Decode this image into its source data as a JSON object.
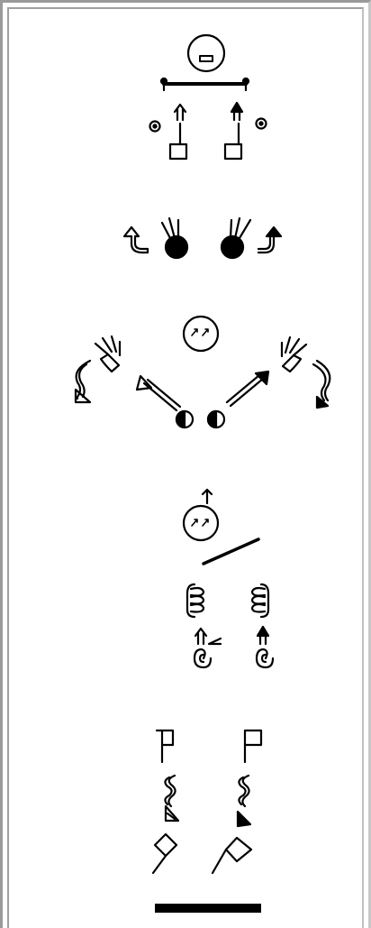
{
  "document": {
    "type": "sign-writing-column",
    "stroke_color": "#000000",
    "background": "#ffffff",
    "border_color": "#9a9a9a"
  },
  "signs": [
    {
      "name": "sign-1",
      "symbols": [
        "head-circle",
        "shoulder-line",
        "hand-square-left",
        "hand-square-right",
        "movement-arrows",
        "contact-dots"
      ]
    },
    {
      "name": "sign-2",
      "symbols": [
        "fist-fingers-left",
        "fist-fingers-right",
        "curved-arrow-left",
        "curved-arrow-right"
      ]
    },
    {
      "name": "sign-3",
      "symbols": [
        "head-eyes-up",
        "hand-open-left",
        "hand-open-right",
        "diagonal-arrows",
        "half-circle-contacts",
        "spiral-arrows"
      ]
    },
    {
      "name": "sign-4",
      "symbols": [
        "head-eyes-up",
        "up-arrow",
        "shoulder-slash",
        "spiral-hands",
        "spiral-contacts"
      ]
    },
    {
      "name": "sign-5",
      "symbols": [
        "flag-hands",
        "spiral-hands",
        "diamond-hands"
      ]
    }
  ],
  "end_bar": {
    "name": "end-of-text-bar"
  }
}
